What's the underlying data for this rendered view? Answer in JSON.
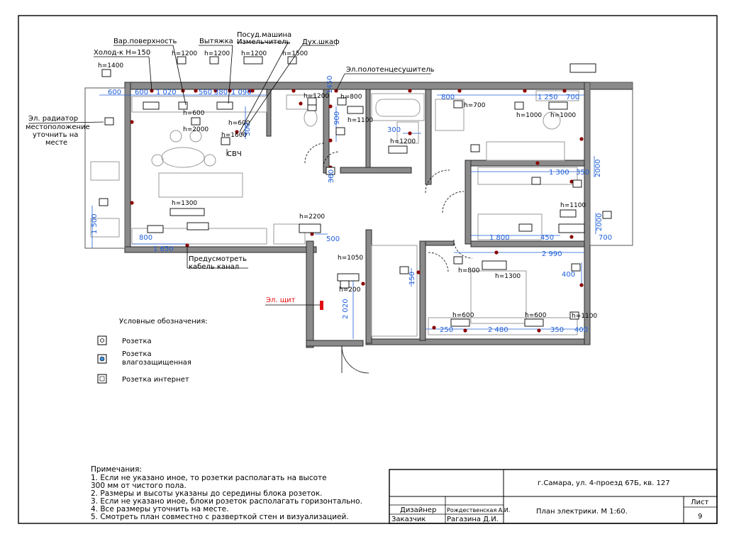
{
  "labels": {
    "var_poverhnost": "Вар.поверхность",
    "holodilnik": "Холод-к Н=150",
    "vytyazhka": "Вытяжка",
    "posud_mashina": "Посуд.машина",
    "izmelchitel": "Измельчитель",
    "duh_shkaf": "Дух.шкаф",
    "polotencesushitel": "Эл.полотенцесушитель",
    "radiator_1": "Эл. радиатор",
    "radiator_2": "местоположение",
    "radiator_3": "уточнить на",
    "radiator_4": "месте",
    "svch": "СВЧ",
    "kabel_1": "Предусмотреть",
    "kabel_2": "кабель канал",
    "el_shit": "Эл. щит"
  },
  "heights": {
    "h1400": "h=1400",
    "h1200a": "h=1200",
    "h1200b": "h=1200",
    "h1200c": "h=1200",
    "h1500": "h=1500",
    "h600a": "h=600",
    "h2000a": "h=2000",
    "h600b": "h=600",
    "h1600": "h=1600",
    "h1200d": "h=1200",
    "h800a": "h=800",
    "h1100a": "h=1100",
    "h1200e": "h=1200",
    "h700": "h=700",
    "h1000a": "h=1000",
    "h1000b": "h=1000",
    "h1300a": "h=1300",
    "h2200": "h=2200",
    "h1050": "h=1050",
    "h200": "h=200",
    "h800b": "h=800",
    "h1300b": "h=1300",
    "h1100b": "h=1100",
    "h600c": "h=600",
    "h600d": "h=600",
    "h1100c": "h=1100"
  },
  "dims": {
    "d600a": "600",
    "d600b": "600",
    "d1020": "1 020",
    "d560": "560",
    "d380": "380",
    "d1090": "1 090",
    "d800a": "800",
    "d1250": "1 250",
    "d700a": "700",
    "d300a": "300",
    "d900": "900",
    "d300b": "300",
    "d300c": "300",
    "d1300": "1 300",
    "d350a": "350",
    "d2000a": "2000",
    "d1500": "1 500",
    "d800b": "800",
    "d1650": "1 650",
    "d500": "500",
    "d1800": "1 800",
    "d450": "450",
    "d2000b": "2000",
    "d700b": "700",
    "d2990": "2 990",
    "d400": "400",
    "d150": "150",
    "d2020": "2 020",
    "d250": "250",
    "d2480": "2 480",
    "d350b": "350",
    "d400b": "400",
    "d1450": "1450"
  },
  "legend": {
    "title": "Условные обозначения:",
    "item1": "Розетка",
    "item2a": "Розетка",
    "item2b": "влагозащищенная",
    "item3": "Розетка интернет"
  },
  "notes": {
    "title": "Примечания:",
    "n1a": "1. Если не указано иное, то розетки располагать на высоте",
    "n1b": "300 мм от чистого пола.",
    "n2": "2. Размеры и высоты указаны до середины блока розеток.",
    "n3": "3. Если не указано иное, блоки розеток располагать горизонтально.",
    "n4": "4. Все размеры уточнить на месте.",
    "n5": "5. Смотреть план совместно с разверткой стен и визуализацией."
  },
  "title_block": {
    "address": "г.Самара, ул. 4-проезд 67Б, кв. 127",
    "sheet_name": "План электрики. М 1:60.",
    "list_label": "Лист",
    "list_no": "9",
    "designer_label": "Дизайнер",
    "designer_name": "Рождественская А.И.",
    "client_label": "Заказчик",
    "client_name": "Рагазина Д.И."
  },
  "colors": {
    "wall": "#8a8a8a",
    "dimension": "#1f5fd8",
    "panel": "#e01010",
    "point": "#8b0000"
  }
}
